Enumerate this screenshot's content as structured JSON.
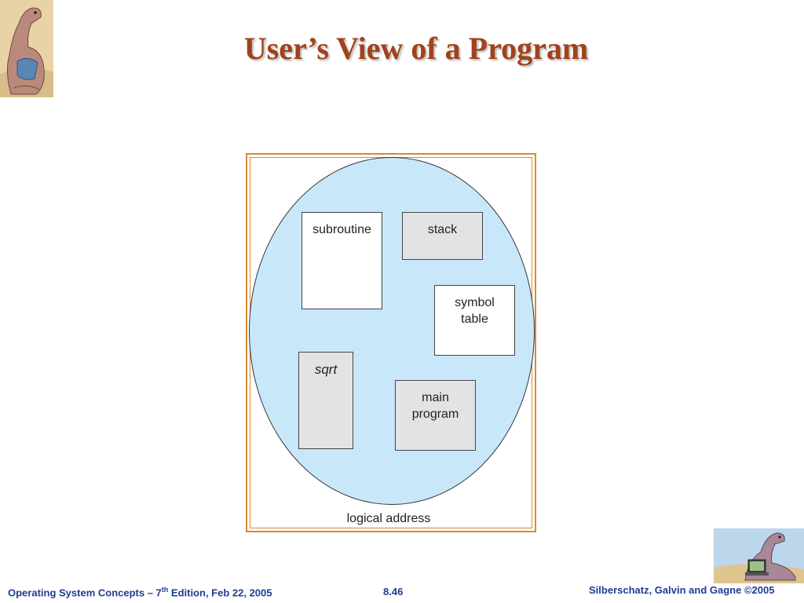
{
  "slide": {
    "title": "User’s View of a Program"
  },
  "diagram": {
    "segments": {
      "subroutine": "subroutine",
      "stack": "stack",
      "symbol_line1": "symbol",
      "symbol_line2": "table",
      "sqrt": "sqrt",
      "main_line1": "main",
      "main_line2": "program"
    },
    "caption": "logical address"
  },
  "footer": {
    "left_pre": "Operating System Concepts – 7",
    "left_sup": "th",
    "left_post": " Edition, Feb 22, 2005",
    "center": "8.46",
    "right": "Silberschatz, Galvin and Gagne ©2005"
  },
  "icons": {
    "top_left": "dinosaur-reading-icon",
    "bottom_right": "dinosaur-laptop-icon"
  }
}
